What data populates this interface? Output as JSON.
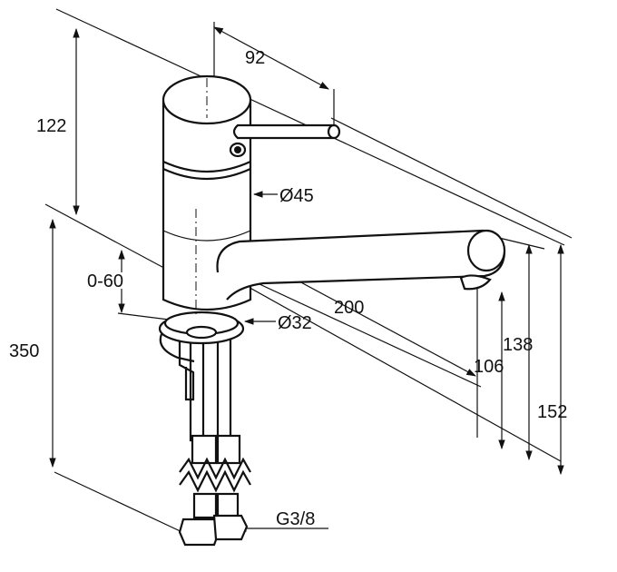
{
  "dimensions": {
    "lever_reach": "92",
    "total_height_top": "122",
    "body_diameter": "Ø45",
    "swivel_range": "0-60",
    "spout_length": "200",
    "base_diameter": "Ø32",
    "hose_length": "350",
    "spout_clearance": "106",
    "spout_top_height": "138",
    "overall_height": "152",
    "connection_thread": "G3/8"
  }
}
